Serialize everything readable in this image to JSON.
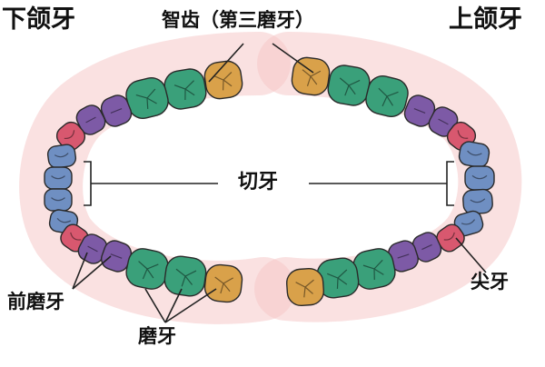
{
  "labels": {
    "lower_jaw": "下颌牙",
    "upper_jaw": "上颌牙",
    "wisdom_tooth": "智齿（第三磨牙）",
    "incisors": "切牙",
    "canine": "尖牙",
    "premolars": "前磨牙",
    "molars": "磨牙"
  },
  "tooth_colors": {
    "molar": "#3aa07a",
    "wisdom": "#d9a14a",
    "premolar": "#7d5aa6",
    "canine": "#d8586f",
    "incisor": "#6f8fc2",
    "gum": "#f6c9c9"
  }
}
